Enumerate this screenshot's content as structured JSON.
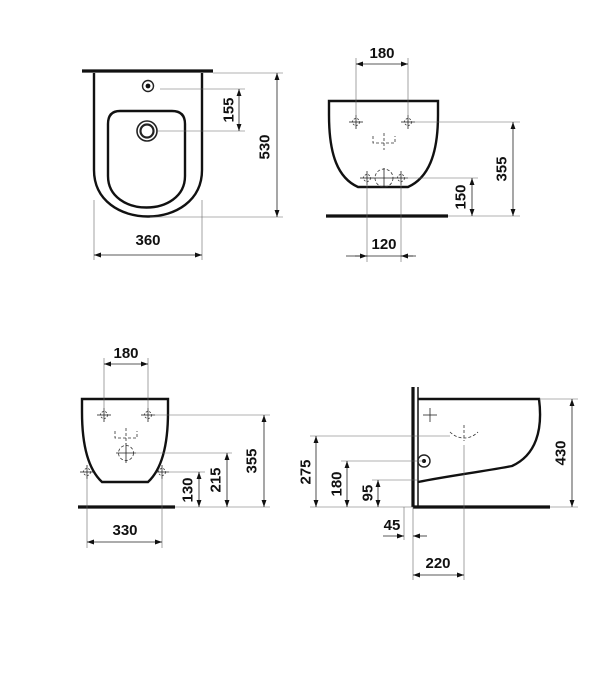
{
  "views": {
    "top_view": {
      "dims": {
        "width": "360",
        "depth": "530",
        "hole_offset": "155"
      }
    },
    "front_view": {
      "dims": {
        "fixing_spacing": "180",
        "outlet_spacing": "120",
        "height": "355",
        "lower_fixing_height": "150"
      }
    },
    "rear_view": {
      "dims": {
        "fixing_spacing": "180",
        "width": "330",
        "height": "355",
        "fixing_height": "215",
        "lower_fixing_height": "130"
      }
    },
    "side_view": {
      "dims": {
        "height": "430",
        "inlet_height": "275",
        "fixing_height": "180",
        "outlet_height": "95",
        "outlet_offset": "45",
        "fixing_depth": "220"
      }
    }
  }
}
